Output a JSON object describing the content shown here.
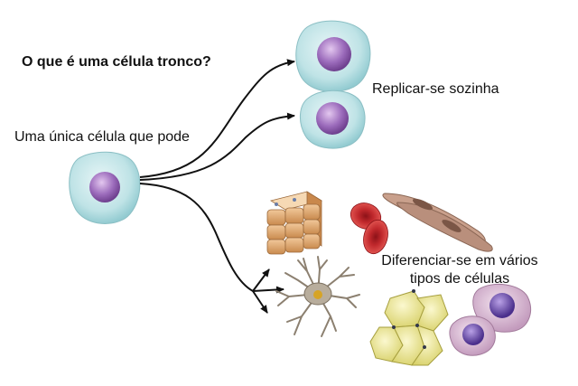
{
  "title": "O que é uma célula tronco?",
  "start_label": "Uma única célula que pode",
  "branches": {
    "self_renew": "Replicar-se sozinha",
    "differentiate": "Diferenciar-se em vários tipos de células"
  },
  "colors": {
    "stem_cytoplasm": "#bfe3e6",
    "stem_nucleus": "#8a5aa8",
    "red_blood_cell": "#c0282c",
    "muscle_cell": "#b98f7c",
    "epithelial_cell": "#d9a36a",
    "neuron": "#8c8070",
    "fat_cell": "#f0ec9a",
    "white_blood_cell": "#d9b8d3"
  },
  "icons": [
    "stem-cell-icon",
    "arrow-icon",
    "epithelial-tissue-icon",
    "red-blood-cell-icon",
    "smooth-muscle-cell-icon",
    "neuron-icon",
    "fat-cell-icon",
    "white-blood-cell-icon"
  ]
}
